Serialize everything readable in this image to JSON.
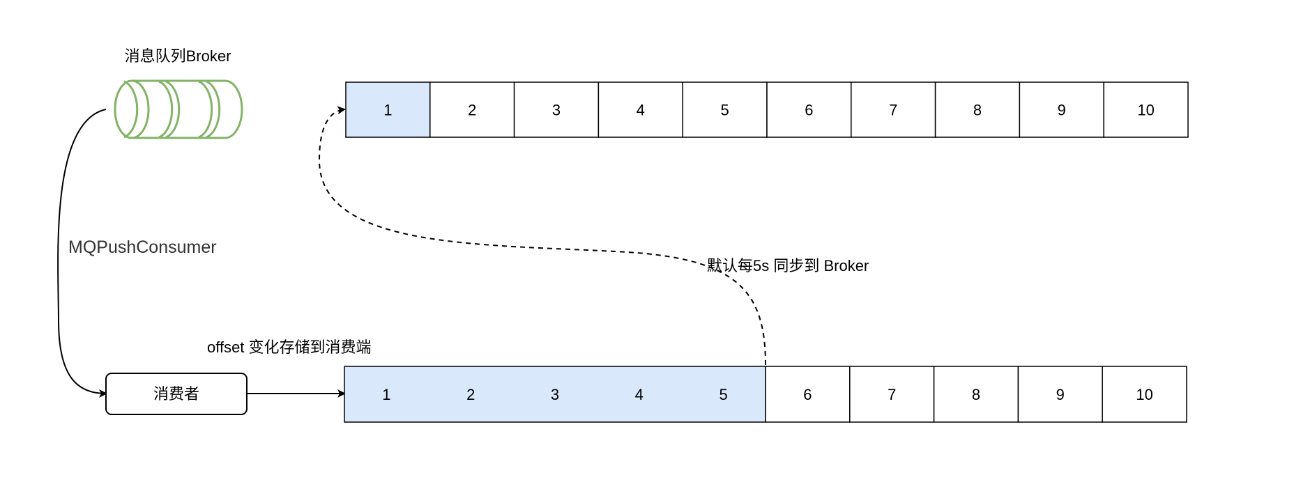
{
  "broker": {
    "title": "消息队列Broker"
  },
  "consumer": {
    "label": "消费者",
    "edge_label": "MQPushConsumer"
  },
  "broker_queue": {
    "cells": [
      "1",
      "2",
      "3",
      "4",
      "5",
      "6",
      "7",
      "8",
      "9",
      "10"
    ],
    "consumed_count": 1
  },
  "consumer_queue": {
    "cells": [
      "1",
      "2",
      "3",
      "4",
      "5",
      "6",
      "7",
      "8",
      "9",
      "10"
    ],
    "consumed_count": 5
  },
  "annotations": {
    "local_store": "offset 变化存储到消费端",
    "sync": "默认每5s 同步到 Broker"
  },
  "colors": {
    "consumed_fill": "#dae8fc",
    "cell_fill": "#ffffff",
    "stroke": "#000000",
    "db_stroke": "#82b366"
  }
}
